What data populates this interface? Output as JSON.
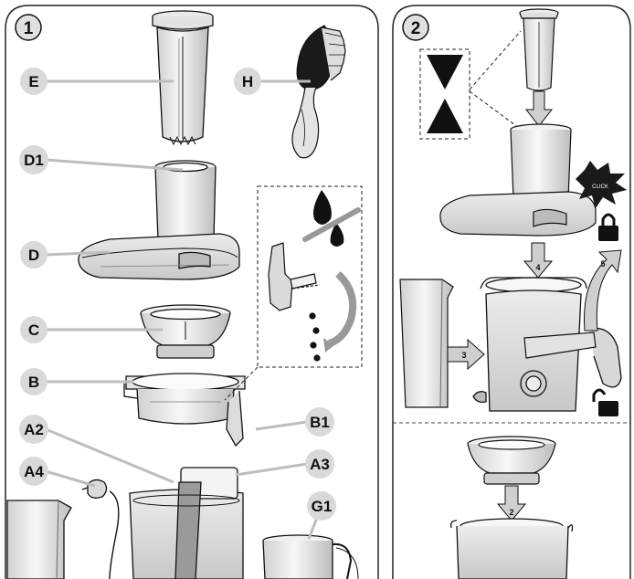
{
  "panel_1": {
    "number": "1",
    "labels": {
      "E": "E",
      "H": "H",
      "D1": "D1",
      "D": "D",
      "C": "C",
      "B": "B",
      "B1": "B1",
      "A2": "A2",
      "A3": "A3",
      "A4": "A4",
      "G1": "G1"
    }
  },
  "panel_2": {
    "number": "2",
    "steps": {
      "s2": "2",
      "s3": "3",
      "s4": "4",
      "s5": "5"
    },
    "click_text": "CLICK"
  },
  "colors": {
    "callout_fill": "#d9d9d9",
    "outline": "#111111",
    "part_light": "#f2f2f2",
    "part_mid": "#d6d6d6",
    "part_dark": "#9a9a9a",
    "arrow_fill": "#cfcfcf"
  },
  "icons": [
    "water-drop-icon",
    "lock-icon",
    "unlock-icon",
    "hourglass-icon",
    "brush-icon"
  ]
}
